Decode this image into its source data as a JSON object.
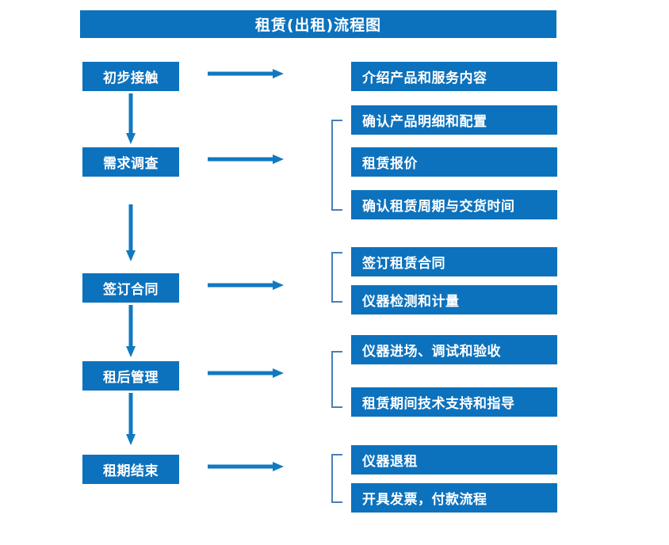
{
  "diagram": {
    "title": "租赁(出租)流程图",
    "colors": {
      "box_fill": "#0d72bd",
      "box_text": "#ffffff",
      "arrow": "#1179c0",
      "bracket": "#4a7ebb",
      "background": "#ffffff"
    },
    "stages": [
      {
        "id": "stage-1",
        "label": "初步接触",
        "arrow_name": "arrow-stage-1-to-details",
        "bracket": false,
        "details": [
          {
            "id": "detail-1-1",
            "label": "介绍产品和服务内容"
          }
        ]
      },
      {
        "id": "stage-2",
        "label": "需求调查",
        "arrow_name": "arrow-stage-2-to-details",
        "bracket": true,
        "details": [
          {
            "id": "detail-2-1",
            "label": "确认产品明细和配置"
          },
          {
            "id": "detail-2-2",
            "label": "租赁报价"
          },
          {
            "id": "detail-2-3",
            "label": "确认租赁周期与交货时间"
          }
        ]
      },
      {
        "id": "stage-3",
        "label": "签订合同",
        "arrow_name": "arrow-stage-3-to-details",
        "bracket": true,
        "details": [
          {
            "id": "detail-3-1",
            "label": "签订租赁合同"
          },
          {
            "id": "detail-3-2",
            "label": "仪器检测和计量"
          }
        ]
      },
      {
        "id": "stage-4",
        "label": "租后管理",
        "arrow_name": "arrow-stage-4-to-details",
        "bracket": true,
        "details": [
          {
            "id": "detail-4-1",
            "label": "仪器进场、调试和验收"
          },
          {
            "id": "detail-4-2",
            "label": "租赁期间技术支持和指导"
          }
        ]
      },
      {
        "id": "stage-5",
        "label": "租期结束",
        "arrow_name": "arrow-stage-5-to-details",
        "bracket": true,
        "details": [
          {
            "id": "detail-5-1",
            "label": "仪器退租"
          },
          {
            "id": "detail-5-2",
            "label": "开具发票，付款流程"
          }
        ]
      }
    ],
    "flow_connectors": [
      {
        "id": "connector-1-2",
        "from": "初步接触",
        "to": "需求调查"
      },
      {
        "id": "connector-2-3",
        "from": "需求调查",
        "to": "签订合同"
      },
      {
        "id": "connector-3-4",
        "from": "签订合同",
        "to": "租后管理"
      },
      {
        "id": "connector-4-5",
        "from": "租后管理",
        "to": "租期结束"
      }
    ]
  }
}
